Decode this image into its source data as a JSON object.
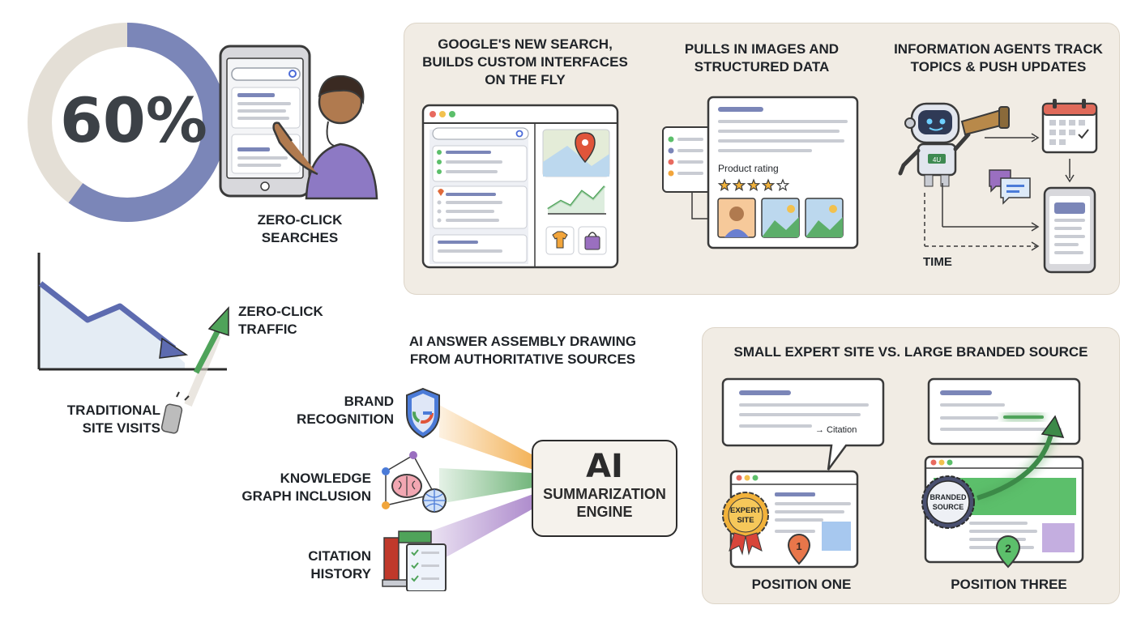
{
  "zero_click": {
    "stat": "60%",
    "stat_fraction": 0.6,
    "label": "ZERO-CLICK\nSEARCHES"
  },
  "traffic_chart": {
    "rising_label": "ZERO-CLICK\nTRAFFIC",
    "falling_label": "TRADITIONAL\nSITE VISITS"
  },
  "top_panel": {
    "col1_title": "GOOGLE'S NEW SEARCH,\nBUILDS CUSTOM INTERFACES\nON THE FLY",
    "col2_title": "PULLS IN IMAGES AND\nSTRUCTURED DATA",
    "col2_rating_label": "Product rating",
    "col2_stars": 4,
    "col3_title": "INFORMATION AGENTS TRACK\nTOPICS & PUSH UPDATES",
    "col3_time_label": "TIME",
    "robot_chest_label": "4U"
  },
  "ai_assembly": {
    "title": "AI ANSWER ASSEMBLY DRAWING\nFROM AUTHORITATIVE SOURCES",
    "sources": [
      "BRAND\nRECOGNITION",
      "KNOWLEDGE\nGRAPH INCLUSION",
      "CITATION\nHISTORY"
    ],
    "engine_title": "AI",
    "engine_subtitle": "SUMMARIZATION\nENGINE"
  },
  "comparison": {
    "title": "SMALL EXPERT SITE VS. LARGE BRANDED SOURCE",
    "citation_label": "→ Citation",
    "expert_badge": "EXPERT\nSITE",
    "branded_badge": "BRANDED\nSOURCE",
    "pin_one": "1",
    "pin_two": "2",
    "position_one_label": "POSITION ONE",
    "position_three_label": "POSITION THREE"
  },
  "colors": {
    "ring_blue": "#7b86b8",
    "ring_bg": "#e4dfd6",
    "panel_bg": "#f1ece4",
    "accent_green": "#4fa35a",
    "accent_orange": "#f1a53b",
    "accent_purple": "#9a6fc0",
    "accent_blue": "#4b7bd8"
  }
}
